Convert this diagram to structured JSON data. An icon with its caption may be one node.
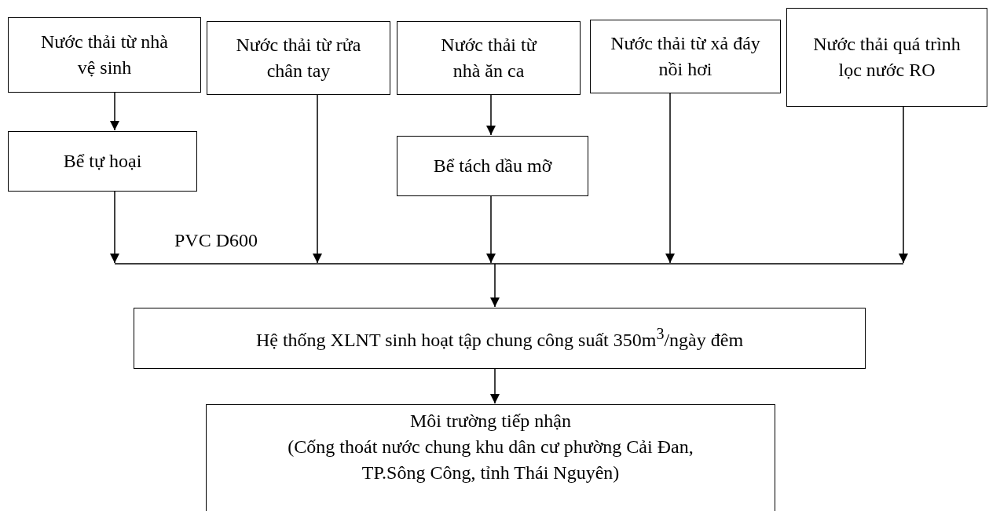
{
  "diagram": {
    "nodes": [
      {
        "text": [
          "Nước thải từ nhà vệ sinh"
        ]
      },
      {
        "text": [
          "Nước thải từ rửa chân tay"
        ]
      },
      {
        "text": [
          "Nước thải từ nhà ăn ca"
        ]
      },
      {
        "text": [
          "Nước thải từ xả đáy nồi hơi"
        ]
      },
      {
        "text": [
          "Nước thải quá trình lọc nước RO"
        ]
      },
      {
        "text": [
          "Bể tự hoại"
        ]
      },
      {
        "text": [
          "Bể tách dầu mỡ"
        ]
      },
      {
        "text": [
          "Hệ thống XLNT sinh hoạt tập chung công suất 350m$^{3}$/ngày đêm"
        ]
      },
      {
        "text": [
          "Môi trường tiếp nhận",
          "(Cống thoát nước chung khu dân cư phường Cải Đan, TP.Sông Công, tỉnh Thái Nguyên)"
        ]
      }
    ],
    "edges": [
      {
        "from": 0,
        "to": 5,
        "arrow": "to"
      },
      {
        "from": 2,
        "to": 6,
        "arrow": "to"
      },
      {
        "from": 5,
        "to": 7,
        "arrow": "to"
      },
      {
        "from": 1,
        "to": 7,
        "arrow": "to"
      },
      {
        "from": 6,
        "to": 7,
        "arrow": "to"
      },
      {
        "from": 3,
        "to": 7,
        "arrow": "to"
      },
      {
        "from": 4,
        "to": 7,
        "arrow": "to"
      },
      {
        "from": 7,
        "to": 8,
        "arrow": "to"
      }
    ],
    "labels": [
      "PVC D600"
    ]
  }
}
